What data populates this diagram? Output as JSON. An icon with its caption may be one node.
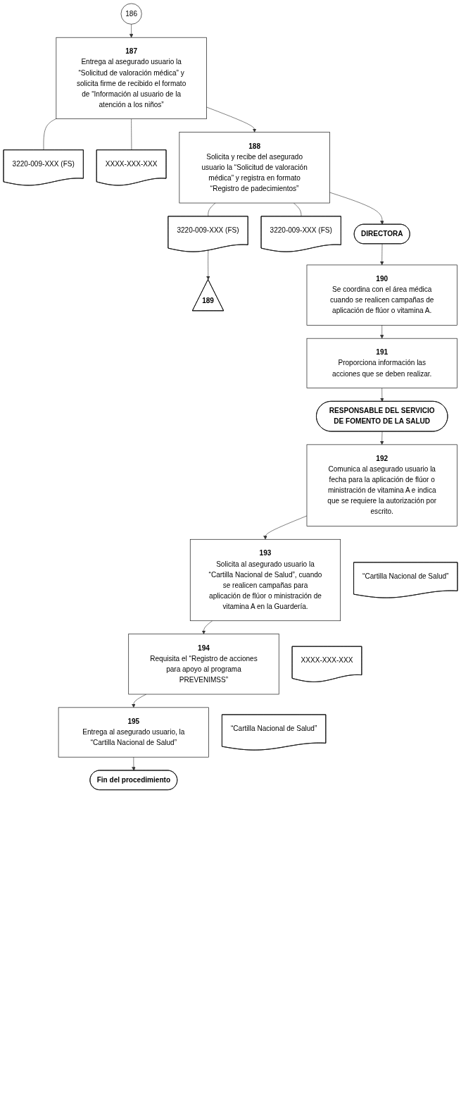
{
  "diagram": {
    "nodes": [
      {
        "text": [
          "186"
        ]
      },
      {
        "text": [
          "187",
          "Entrega al asegurado usuario la “Solicitud de valoración médica”  y solicita firme de recibido el formato de “Información al usuario de la atención a los niños”"
        ]
      },
      {
        "text": [
          "3220-009-XXX (FS)"
        ]
      },
      {
        "text": [
          "XXXX-XXX-XXX"
        ]
      },
      {
        "text": [
          "188",
          "Solicita y recibe del asegurado usuario la “Solicitud de valoración médica”  y registra en formato “Registro de padecimientos”"
        ]
      },
      {
        "text": [
          "3220-009-XXX (FS)"
        ]
      },
      {
        "text": [
          "3220-009-XXX (FS)"
        ]
      },
      {
        "text": [
          "189"
        ]
      },
      {
        "text": [
          "DIRECTORA"
        ]
      },
      {
        "text": [
          "190",
          "Se coordina con el área médica cuando se realicen campañas de aplicación de flúor o vitamina A."
        ]
      },
      {
        "text": [
          "191",
          "Proporciona información las acciones que se deben realizar."
        ]
      },
      {
        "text": [
          "RESPONSABLE DEL SERVICIO DE FOMENTO DE LA SALUD"
        ]
      },
      {
        "text": [
          "192",
          "Comunica al asegurado usuario la fecha para la aplicación  de flúor o ministración de vitamina A e indica que se requiere la autorización por escrito."
        ]
      },
      {
        "text": [
          "193",
          "Solicita al asegurado usuario la “Cartilla Nacional de Salud”, cuando se realicen campañas para aplicación de flúor o ministración de vitamina A en la Guardería."
        ]
      },
      {
        "text": [
          "“Cartilla Nacional de Salud”"
        ]
      },
      {
        "text": [
          "194",
          "Requisita el “Registro de acciones para apoyo al programa PREVENIMSS”"
        ]
      },
      {
        "text": [
          "XXXX-XXX-XXX"
        ]
      },
      {
        "text": [
          "195",
          "Entrega al asegurado usuario, la “Cartilla Nacional de Salud”"
        ]
      },
      {
        "text": [
          "“Cartilla Nacional de Salud”"
        ]
      },
      {
        "text": [
          "Fin del procedimiento"
        ]
      }
    ],
    "edges": [
      {
        "from": 0,
        "to": 1,
        "arrow": "to"
      },
      {
        "from": 1,
        "to": 2,
        "arrow": "none"
      },
      {
        "from": 1,
        "to": 3,
        "arrow": "none"
      },
      {
        "from": 1,
        "to": 4,
        "arrow": "to"
      },
      {
        "from": 4,
        "to": 5,
        "arrow": "none"
      },
      {
        "from": 4,
        "to": 6,
        "arrow": "none"
      },
      {
        "from": 5,
        "to": 7,
        "arrow": "to"
      },
      {
        "from": 4,
        "to": 8,
        "arrow": "to"
      },
      {
        "from": 8,
        "to": 9,
        "arrow": "to"
      },
      {
        "from": 9,
        "to": 10,
        "arrow": "to"
      },
      {
        "from": 10,
        "to": 11,
        "arrow": "to"
      },
      {
        "from": 11,
        "to": 12,
        "arrow": "to"
      },
      {
        "from": 12,
        "to": 13,
        "arrow": "to"
      },
      {
        "from": 13,
        "to": 15,
        "arrow": "to"
      },
      {
        "from": 15,
        "to": 17,
        "arrow": "to"
      },
      {
        "from": 17,
        "to": 19,
        "arrow": "to"
      }
    ]
  }
}
